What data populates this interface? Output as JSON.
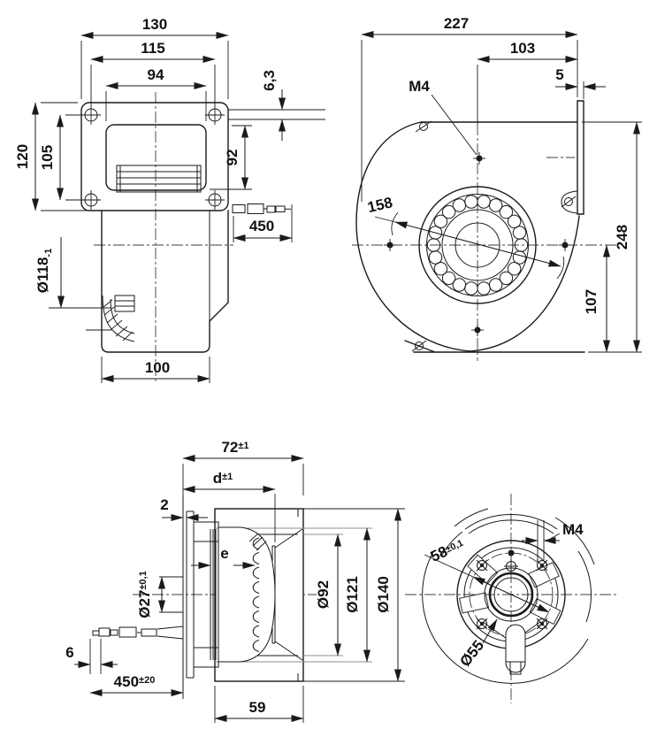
{
  "drawing": {
    "kind": "technical-drawing",
    "subject": "centrifugal-blower-four-views",
    "colors": {
      "line": "#1a1a1a",
      "reference": "#8f8f8f",
      "centerline": "#3c3c3c",
      "background": "#ffffff"
    }
  },
  "views": {
    "front": {
      "dims": {
        "w130": "130",
        "w115": "115",
        "w94": "94",
        "slot": "6,3",
        "h120": "120",
        "h105": "105",
        "h92": "92",
        "cable": "450",
        "inlet": "Ø118",
        "inlet_tol": "-1",
        "depth": "100"
      }
    },
    "side": {
      "dims": {
        "w227": "227",
        "w103": "103",
        "flange5": "5",
        "screw": "M4",
        "circle158": "158",
        "h248": "248",
        "h107": "107"
      }
    },
    "motor_side": {
      "dims": {
        "len72": "72",
        "len72_tol": "±1",
        "len_d": "d",
        "len_d_tol": "±1",
        "gap2": "2",
        "len_e": "e",
        "shaft": "Ø27",
        "shaft_tol": "±0,1",
        "tip6": "6",
        "cable": "450",
        "cable_tol": "±20",
        "drum59": "59",
        "d92": "Ø92",
        "d121": "Ø121",
        "d140": "Ø140"
      }
    },
    "motor_rear": {
      "dims": {
        "screw": "M4",
        "bolt58": "58",
        "bolt58_tol": "±0,1",
        "hub55": "Ø55"
      }
    }
  }
}
